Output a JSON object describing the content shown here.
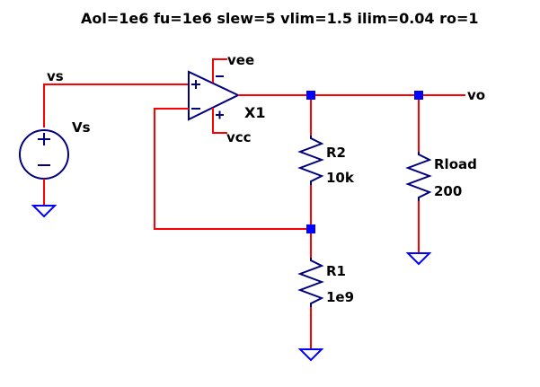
{
  "directive": "Aol=1e6 fu=1e6 slew=5 vlim=1.5 ilim=0.04 ro=1",
  "colors": {
    "wire": "#ff0000",
    "component": "#000080",
    "ground": "#0000ff",
    "node": "#0000ff",
    "text": "#000000"
  },
  "source": {
    "name": "Vs",
    "net_label": "vs",
    "plus": "+",
    "minus": "−"
  },
  "opamp": {
    "name": "X1",
    "in_plus": "+",
    "in_minus": "−",
    "supply_neg_label": "vee",
    "supply_pos_label": "vcc",
    "supply_neg_sign": "−",
    "supply_pos_sign": "+"
  },
  "resistors": [
    {
      "name": "R2",
      "value": "10k"
    },
    {
      "name": "Rload",
      "value": "200"
    },
    {
      "name": "R1",
      "value": "1e9"
    }
  ],
  "output_label": "vo"
}
